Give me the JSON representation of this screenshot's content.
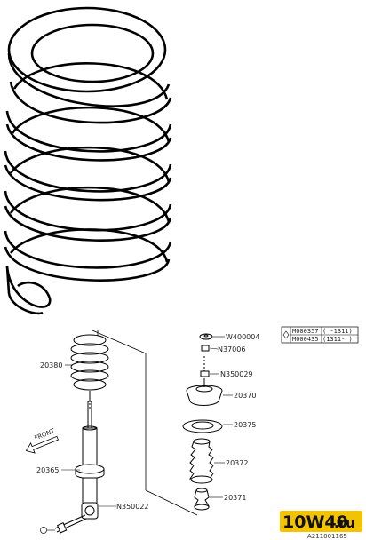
{
  "parts": {
    "w400004": "W400004",
    "n37006": "N37006",
    "n350029": "N350029",
    "p20370": "20370",
    "p20375": "20375",
    "p20372": "20372",
    "p20371": "20371",
    "p20380": "20380",
    "p20365": "20365",
    "n350022": "N350022"
  },
  "front_label": "FRONT",
  "applicability": [
    {
      "code": "M000357",
      "range": "( -1311)"
    },
    {
      "code": "M000435",
      "range": "(1311- )"
    }
  ],
  "watermark": {
    "text_main": "10W40",
    "text_suffix": ".ru",
    "bg_color": "#f4c300"
  },
  "image_id": "A211001165"
}
